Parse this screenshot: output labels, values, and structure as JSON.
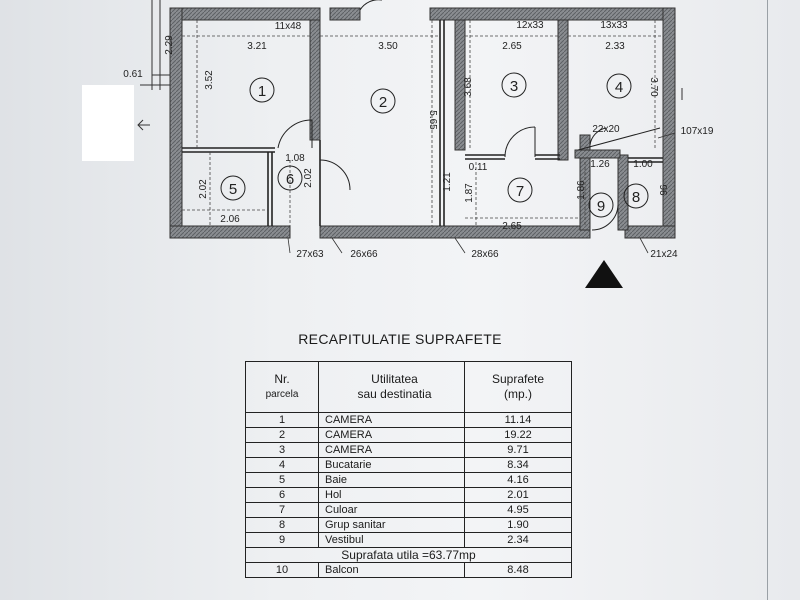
{
  "plan": {
    "dimensions": {
      "d_0_61": "0.61",
      "d_2_29": "2.29",
      "d_11x48": "11x48",
      "d_3_21": "3.21",
      "d_3_50": "3.50",
      "d_3_52": "3.52",
      "d_5_65": "5.65",
      "d_12x33": "12x33",
      "d_13x33": "13x33",
      "d_2_65_top": "2.65",
      "d_2_33": "2.33",
      "d_3_68": "3.68",
      "d_3_70": "3.70",
      "d_22x20": "22x20",
      "d_107x19": "107x19",
      "d_1_08": "1.08",
      "d_0_11": "0.11",
      "d_1_26": "1.26",
      "d_1_00": "1.00",
      "d_2_02_a": "2.02",
      "d_2_02_b": "2.02",
      "d_1_21": "1.21",
      "d_1_87": "1.87",
      "d_1_86": "1.86",
      "d_96": "96",
      "d_2_06": "2.06",
      "d_2_65_bot": "2.65",
      "d_27x63": "27x63",
      "d_26x66": "26x66",
      "d_28x66": "28x66",
      "d_21x24": "21x24"
    },
    "rooms": [
      "1",
      "2",
      "3",
      "4",
      "5",
      "6",
      "7",
      "8",
      "9"
    ]
  },
  "summary": {
    "title": "RECAPITULATIE SUPRAFETE",
    "headers": {
      "nr": "Nr.",
      "nr_sub": "parcela",
      "util_line1": "Utilitatea",
      "util_line2": "sau destinatia",
      "supr_line1": "Suprafete",
      "supr_line2": "(mp.)"
    },
    "rows": [
      {
        "nr": "1",
        "name": "CAMERA",
        "area": "11.14"
      },
      {
        "nr": "2",
        "name": "CAMERA",
        "area": "19.22"
      },
      {
        "nr": "3",
        "name": "CAMERA",
        "area": "9.71"
      },
      {
        "nr": "4",
        "name": "Bucatarie",
        "area": "8.34"
      },
      {
        "nr": "5",
        "name": "Baie",
        "area": "4.16"
      },
      {
        "nr": "6",
        "name": "Hol",
        "area": "2.01"
      },
      {
        "nr": "7",
        "name": "Culoar",
        "area": "4.95"
      },
      {
        "nr": "8",
        "name": "Grup sanitar",
        "area": "1.90"
      },
      {
        "nr": "9",
        "name": "Vestibul",
        "area": "2.34"
      }
    ],
    "total": "Suprafata utila =63.77mp",
    "extra": {
      "nr": "10",
      "name": "Balcon",
      "area": "8.48"
    }
  }
}
